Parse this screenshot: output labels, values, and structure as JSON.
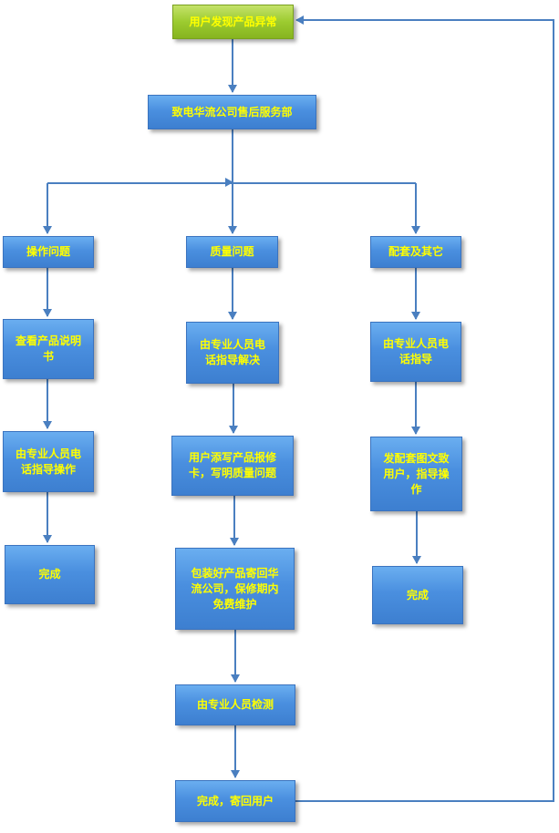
{
  "diagram": {
    "start": "用户发现产品异常",
    "service": "致电华流公司售后服务部",
    "branches": [
      {
        "name": "操作问题",
        "steps": [
          "查看产品说明\n书",
          "由专业人员电\n话指导操作",
          "完成"
        ]
      },
      {
        "name": "质量问题",
        "steps": [
          "由专业人员电\n话指导解决",
          "用户添写产品报修\n卡，写明质量问题",
          "包装好产品寄回华\n流公司，保修期内\n免费维护",
          "由专业人员检测",
          "完成，寄回用户"
        ]
      },
      {
        "name": "配套及其它",
        "steps": [
          "由专业人员电\n话指导",
          "发配套图文致\n用户，指导操\n作",
          "完成"
        ]
      }
    ]
  },
  "colors": {
    "start_fill": "#9ccb2f",
    "box_fill": "#4a8fdf",
    "text": "#ffff00",
    "arrow": "#4a7fc0"
  }
}
